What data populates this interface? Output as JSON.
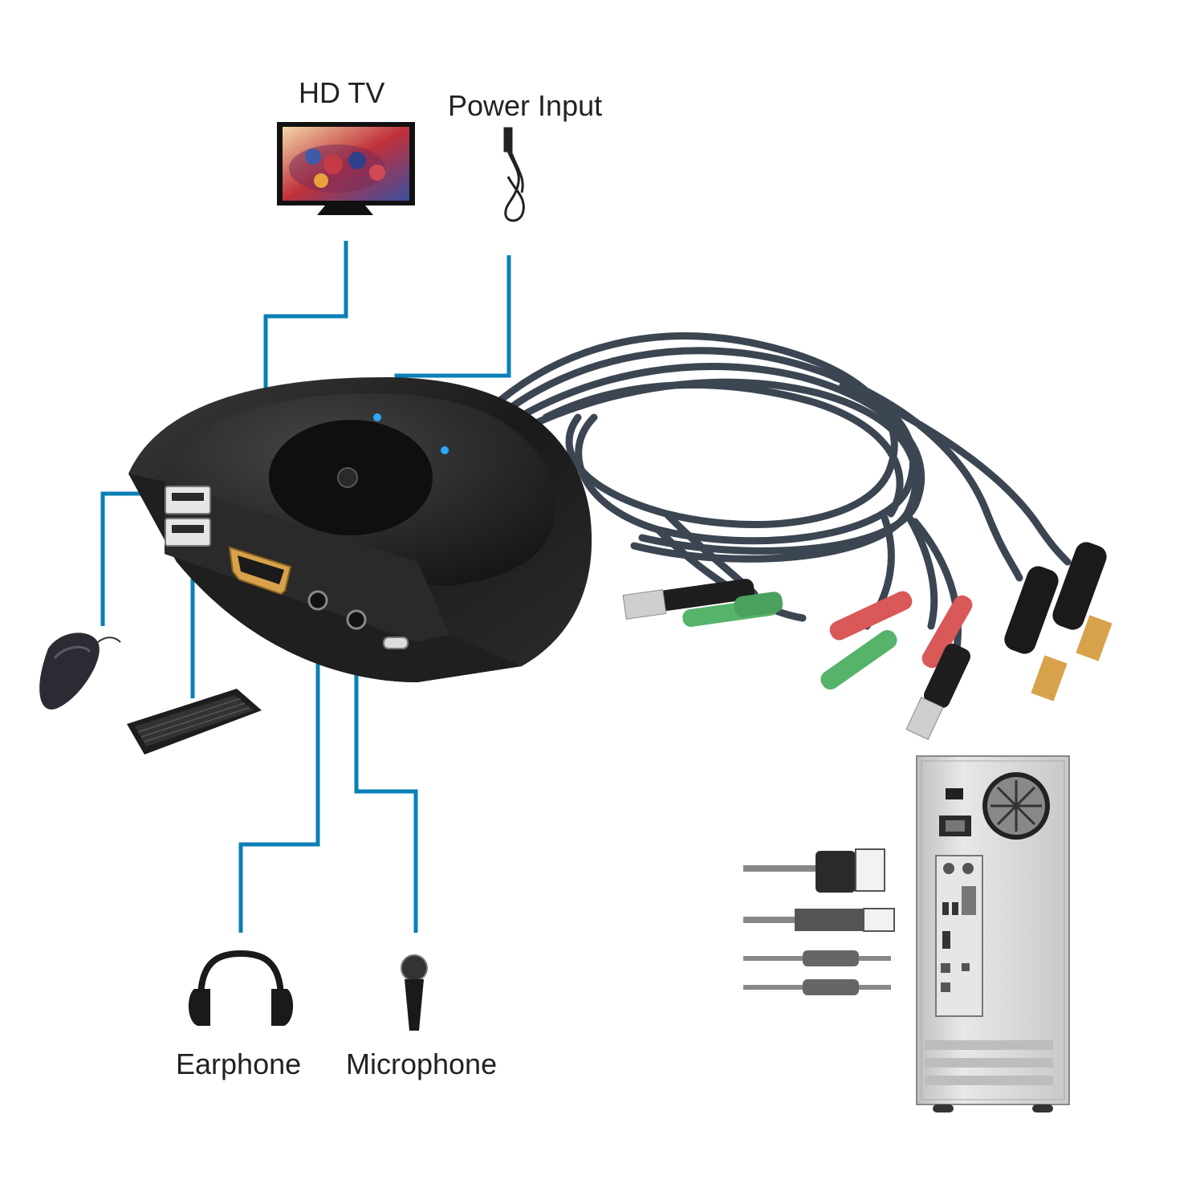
{
  "labels": {
    "hd_tv": "HD TV",
    "power_input": "Power Input",
    "earphone": "Earphone",
    "microphone": "Microphone"
  },
  "colors": {
    "connector_line": "#0a7fb8",
    "device_body": "#1c1c1c",
    "cable": "#3c4652",
    "audio_green": "#56b36a",
    "audio_red": "#d95858",
    "hdmi_gold": "#d8a24a",
    "led_blue": "#2ea8ff",
    "pc_case": "#d4d4d4"
  },
  "icons": [
    "tv-icon",
    "power-cable-icon",
    "mouse-icon",
    "keyboard-icon",
    "earphone-icon",
    "microphone-icon",
    "kvm-switch",
    "pc-tower-icon"
  ]
}
